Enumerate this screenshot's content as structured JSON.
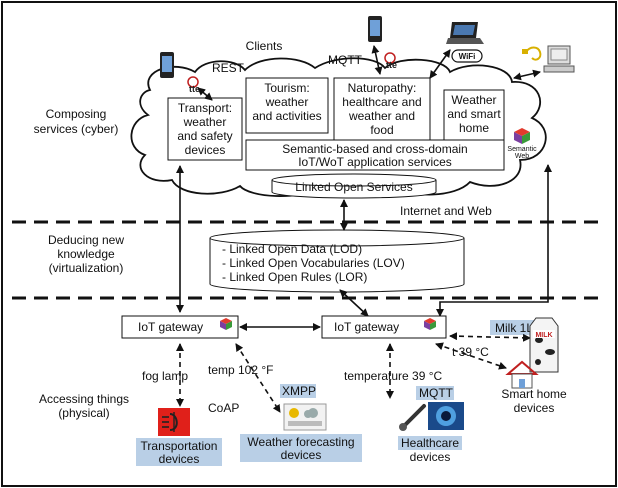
{
  "top": {
    "clients": "Clients",
    "rest": "REST",
    "mqtt": "MQTT",
    "composing": [
      "Composing",
      "services (cyber)"
    ],
    "services": {
      "transport": [
        "Transport:",
        "weather",
        "and safety",
        "devices"
      ],
      "tourism": [
        "Tourism:",
        "weather",
        "and activities"
      ],
      "naturopathy": [
        "Naturopathy:",
        "healthcare and",
        "weather and",
        "food"
      ],
      "weather_home": [
        "Weather",
        "and smart",
        "home"
      ],
      "semantic_based": [
        "Semantic-based and cross-domain",
        "IoT/WoT application services"
      ],
      "linked_open_services": "Linked Open Services"
    },
    "semantic_web": [
      "Semantic",
      "Web"
    ],
    "tte": "tte",
    "wifi": "WiFi"
  },
  "middle": {
    "internet_web": "Internet and Web",
    "deducing": [
      "Deducing new",
      "knowledge",
      "(virtualization)"
    ],
    "lod_items": [
      "- Linked Open Data (LOD)",
      "- Linked Open Vocabularies (LOV)",
      "- Linked Open Rules (LOR)"
    ]
  },
  "bottom": {
    "gateway_left": "IoT gateway",
    "gateway_right": "IoT gateway",
    "accessing": [
      "Accessing things",
      "(physical)"
    ],
    "fog_lamp": "fog lamp",
    "temp": "temp 102 °F",
    "xmpp": "XMPP",
    "coap": "CoAP",
    "temperature": "temperature 39 °C",
    "mqtt": "MQTT",
    "milk": "Milk 1L",
    "t39": "t 39 °C",
    "milk_carton": "MILK",
    "transportation": [
      "Transportation",
      "devices"
    ],
    "weather_forecasting": [
      "Weather forecasting",
      "devices"
    ],
    "healthcare": [
      "Healthcare",
      "devices"
    ],
    "smart_home": [
      "Smart home",
      "devices"
    ]
  },
  "colors": {
    "highlight": "#b9cfe6",
    "fog_lamp_bg": "#e0201a",
    "semantic_cube": "#7b3fa0"
  }
}
